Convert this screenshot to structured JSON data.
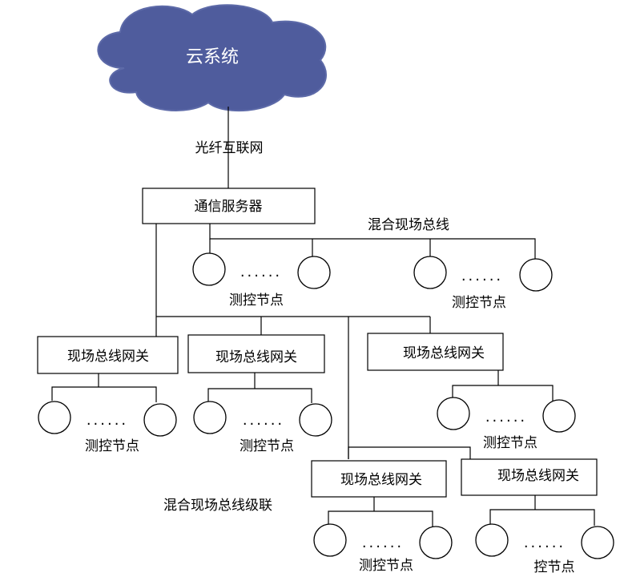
{
  "colors": {
    "cloud_fill": "#4f5c9d",
    "line": "#000000"
  },
  "cloud": {
    "label": "云系统"
  },
  "links": {
    "fiber": "光纤互联网",
    "mixed_bus": "混合现场总线",
    "cascade": "混合现场总线级联"
  },
  "server": {
    "label": "通信服务器"
  },
  "gateway_label": "现场总线网关",
  "node_label": "测控节点",
  "node_label_partial": "控节点",
  "ellipsis": "......"
}
